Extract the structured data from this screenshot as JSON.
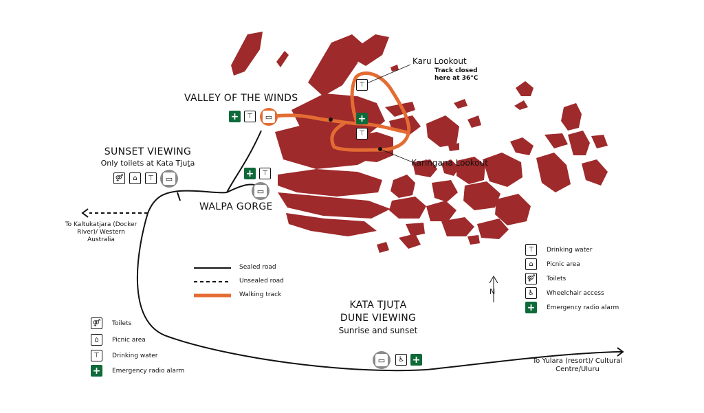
{
  "colors": {
    "rock": "#9e2a2b",
    "track": "#e46c33",
    "road": "#111111",
    "emergency": "#0f6a3a",
    "car_marker": "#8a8a8a"
  },
  "places": {
    "valley_of_the_winds": "VALLEY OF THE WINDS",
    "sunset_viewing": "SUNSET VIEWING",
    "sunset_note": "Only toilets at Kata Tjuṯa",
    "walpa_gorge": "WALPA GORGE",
    "karu_lookout": "Karu Lookout",
    "track_closed": "Track closed here at 36°C",
    "karingana_lookout": "Karingana Lookout",
    "dune_viewing_line1": "KATA TJUṮA",
    "dune_viewing_line2": "DUNE VIEWING",
    "dune_note": "Sunrise and sunset"
  },
  "destinations": {
    "west": "To Kaltukatjara (Docker River)/ Western Australia",
    "east": "To Yulara (resort)/ Cultural Centre/Uluru"
  },
  "line_legend": [
    {
      "label": "Sealed road",
      "style": "solid"
    },
    {
      "label": "Unsealed road",
      "style": "dashed"
    },
    {
      "label": "Walking track",
      "style": "track"
    }
  ],
  "legend_right": [
    {
      "label": "Drinking water",
      "icon": "drinking-water-icon"
    },
    {
      "label": "Picnic area",
      "icon": "picnic-area-icon"
    },
    {
      "label": "Toilets",
      "icon": "toilets-icon"
    },
    {
      "label": "Wheelchair access",
      "icon": "wheelchair-icon"
    },
    {
      "label": "Emergency radio alarm",
      "icon": "emergency-radio-icon"
    }
  ],
  "legend_left": [
    {
      "label": "Toilets",
      "icon": "toilets-icon"
    },
    {
      "label": "Picnic area",
      "icon": "picnic-area-icon"
    },
    {
      "label": "Drinking water",
      "icon": "drinking-water-icon"
    },
    {
      "label": "Emergency radio alarm",
      "icon": "emergency-radio-icon"
    }
  ],
  "north_label": "N"
}
